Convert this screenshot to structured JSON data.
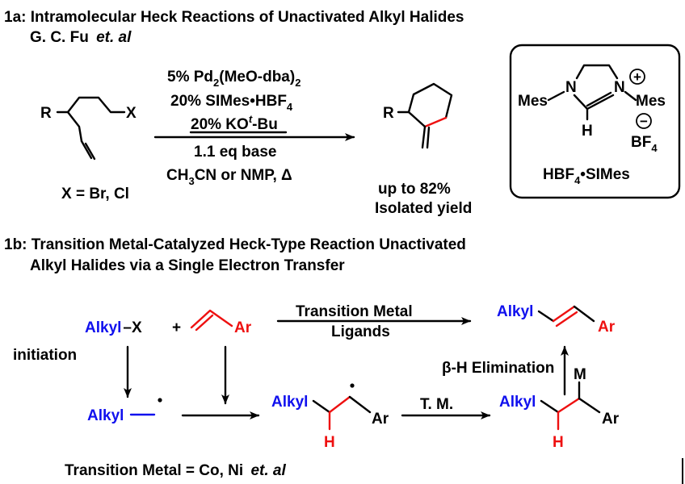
{
  "part_a": {
    "title": "1a: Intramolecular Heck Reactions of Unactivated Alkyl Halides",
    "authors": "G. C. Fu",
    "authors_suffix": "et. al",
    "substrate_r": "R",
    "substrate_x": "X",
    "halides": "X = Br, Cl",
    "cond1_a": "5% Pd",
    "cond1_sub1": "2",
    "cond1_b": "(MeO-dba)",
    "cond1_sub2": "2",
    "cond2": "20% SIMes•HBF",
    "cond2_sub": "4",
    "cond3_a": "20% KO",
    "cond3_sup": "t",
    "cond3_b": "-Bu",
    "cond4": "1.1 eq base",
    "cond5_a": "CH",
    "cond5_sub": "3",
    "cond5_b": "CN or NMP, Δ",
    "product_r": "R",
    "yield1": "up to 82%",
    "yield2": "Isolated yield",
    "box": {
      "mes_left": "Mes",
      "n_left": "N",
      "n_right": "N",
      "mes_right": "Mes",
      "h": "H",
      "plus": "+",
      "minus": "−",
      "bf": "BF",
      "bf_sub": "4",
      "label_a": "HBF",
      "label_sub": "4",
      "label_b": "•SIMes"
    }
  },
  "part_b": {
    "title1": "1b: Transition Metal-Catalyzed Heck-Type Reaction Unactivated",
    "title2": "Alkyl Halides via a Single Electron Transfer",
    "alkyl_x_a": "Alkyl",
    "alkyl_x_b": "–X",
    "plus": "+",
    "ar1": "Ar",
    "arrow_top1": "Transition Metal",
    "arrow_top2": "Ligands",
    "prod_alkyl": "Alkyl",
    "prod_ar": "Ar",
    "initiation": "initiation",
    "elimination": "β-H Elimination",
    "radical_alkyl": "Alkyl",
    "int1_alkyl": "Alkyl",
    "int1_ar": "Ar",
    "int1_h": "H",
    "tm": "T. M.",
    "int2_alkyl": "Alkyl",
    "int2_m": "M",
    "int2_ar": "Ar",
    "int2_h": "H",
    "footer_a": "Transition Metal = Co, Ni",
    "footer_b": "et. al"
  },
  "colors": {
    "alkyl_blue": "#1010ee",
    "alkene_red": "#ee1010",
    "text_black": "#000000"
  }
}
